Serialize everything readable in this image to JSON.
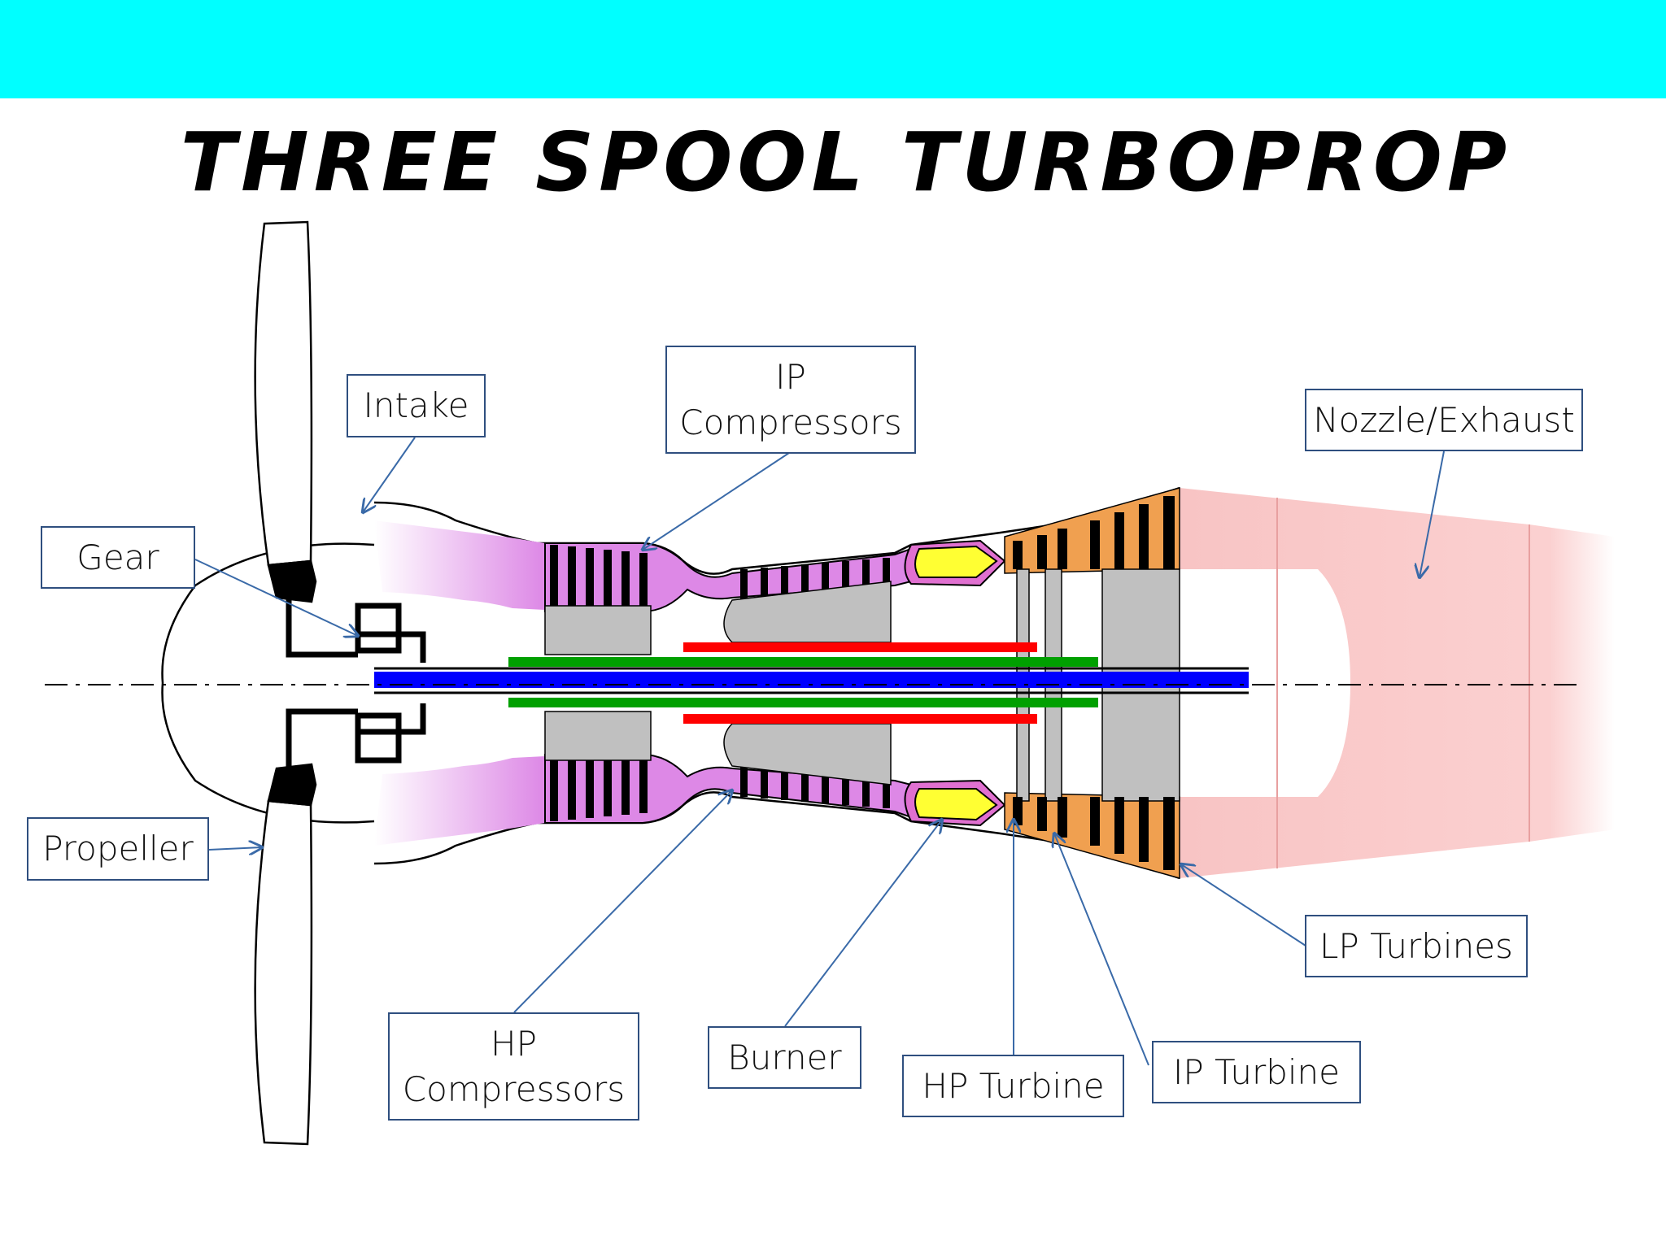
{
  "title": "THREE SPOOL TURBOPROP",
  "colors": {
    "header_band": "#00ffff",
    "lp_shaft": "#0000ff",
    "ip_shaft": "#00a000",
    "hp_shaft": "#ff0000",
    "compressor": "#e080e8",
    "burner": "#ffff33",
    "turbine": "#f0a050",
    "exhaust": "#f9c6c6",
    "label_border": "#2f4f7f"
  },
  "labels": {
    "intake": "Intake",
    "ip_compressors": "IP\nCompressors",
    "nozzle_exhaust": "Nozzle/Exhaust",
    "gear": "Gear",
    "propeller": "Propeller",
    "lp_turbines": "LP Turbines",
    "hp_compressors": "HP\nCompressors",
    "burner": "Burner",
    "hp_turbine": "HP Turbine",
    "ip_turbine": "IP Turbine"
  }
}
